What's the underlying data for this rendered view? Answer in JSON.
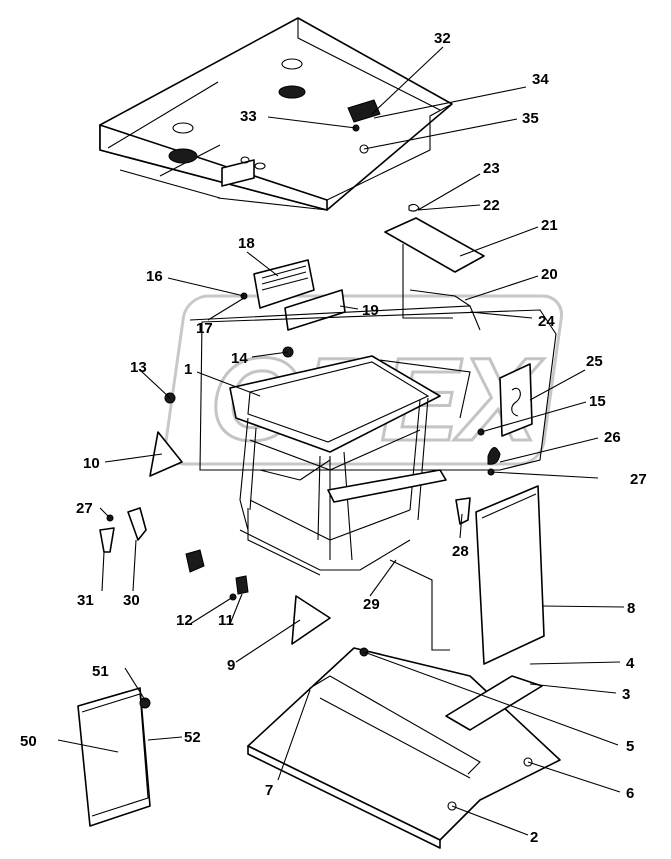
{
  "watermark": {
    "text": "OPEX"
  },
  "callouts": [
    {
      "id": "32",
      "label": "32"
    },
    {
      "id": "34",
      "label": "34"
    },
    {
      "id": "33",
      "label": "33"
    },
    {
      "id": "35",
      "label": "35"
    },
    {
      "id": "23",
      "label": "23"
    },
    {
      "id": "22",
      "label": "22"
    },
    {
      "id": "21",
      "label": "21"
    },
    {
      "id": "18",
      "label": "18"
    },
    {
      "id": "16",
      "label": "16"
    },
    {
      "id": "20",
      "label": "20"
    },
    {
      "id": "17",
      "label": "17"
    },
    {
      "id": "19",
      "label": "19"
    },
    {
      "id": "24",
      "label": "24"
    },
    {
      "id": "13",
      "label": "13"
    },
    {
      "id": "14",
      "label": "14"
    },
    {
      "id": "1",
      "label": "1"
    },
    {
      "id": "25",
      "label": "25"
    },
    {
      "id": "15",
      "label": "15"
    },
    {
      "id": "10",
      "label": "10"
    },
    {
      "id": "26",
      "label": "26"
    },
    {
      "id": "27a",
      "label": "27"
    },
    {
      "id": "27b",
      "label": "27"
    },
    {
      "id": "28",
      "label": "28"
    },
    {
      "id": "31",
      "label": "31"
    },
    {
      "id": "30",
      "label": "30"
    },
    {
      "id": "29",
      "label": "29"
    },
    {
      "id": "8",
      "label": "8"
    },
    {
      "id": "12",
      "label": "12"
    },
    {
      "id": "11",
      "label": "11"
    },
    {
      "id": "9",
      "label": "9"
    },
    {
      "id": "4",
      "label": "4"
    },
    {
      "id": "3",
      "label": "3"
    },
    {
      "id": "51",
      "label": "51"
    },
    {
      "id": "50",
      "label": "50"
    },
    {
      "id": "52",
      "label": "52"
    },
    {
      "id": "5",
      "label": "5"
    },
    {
      "id": "7",
      "label": "7"
    },
    {
      "id": "6",
      "label": "6"
    },
    {
      "id": "2",
      "label": "2"
    }
  ]
}
